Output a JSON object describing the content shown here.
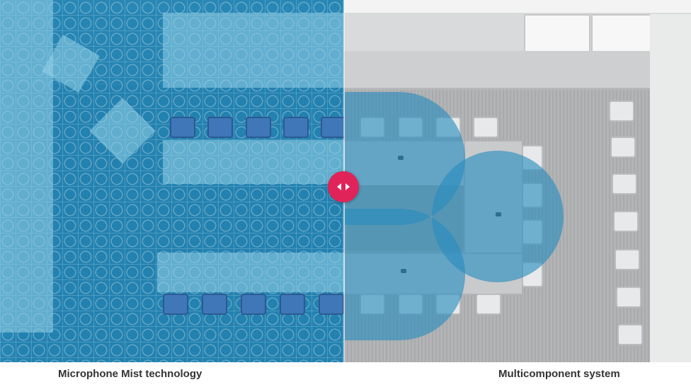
{
  "comparison": {
    "left_label": "Microphone Mist technology",
    "right_label": "Multicomponent system"
  },
  "slider": {
    "icon": "left-right-arrows-icon",
    "position_fraction": 0.5
  },
  "colors": {
    "mist_blue": "#177eb0",
    "coverage_blue": "#268cbe",
    "handle_pink": "#e0245a",
    "label_text": "#333333"
  }
}
